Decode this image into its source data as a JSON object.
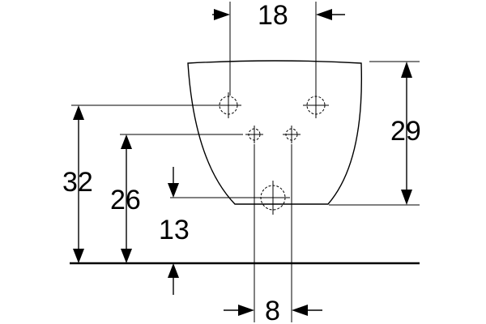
{
  "dimensions": {
    "top_spacing": "18",
    "bottom_spacing": "8",
    "height_upper": "32",
    "height_lower": "26",
    "height_drain": "13",
    "bowl_height": "29"
  }
}
